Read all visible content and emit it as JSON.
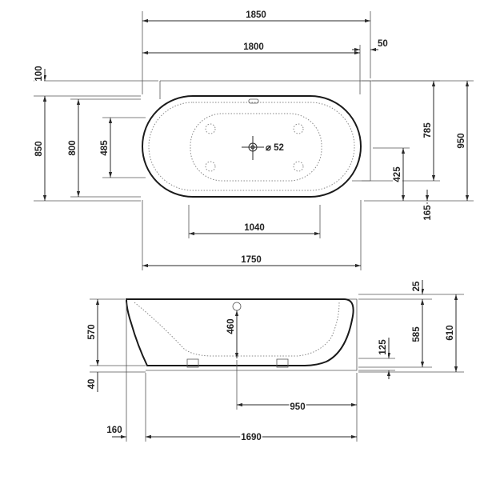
{
  "drawing": {
    "top_view": {
      "overall_width": "1850",
      "width": "1800",
      "wall_gap": "50",
      "top_offset": "100",
      "left_depth_outer": "850",
      "left_depth_inner": "800",
      "left_inner_height": "485",
      "diameter_label": "⌀ 52",
      "right_785": "785",
      "right_950": "950",
      "right_425": "425",
      "right_165": "165",
      "bottom_1040": "1040",
      "bottom_1750": "1750"
    },
    "side_view": {
      "left_570": "570",
      "left_40": "40",
      "inner_460": "460",
      "right_25": "25",
      "right_125": "125",
      "right_585": "585",
      "right_610": "610",
      "bottom_950": "950",
      "bottom_160": "160",
      "bottom_1690": "1690"
    }
  }
}
